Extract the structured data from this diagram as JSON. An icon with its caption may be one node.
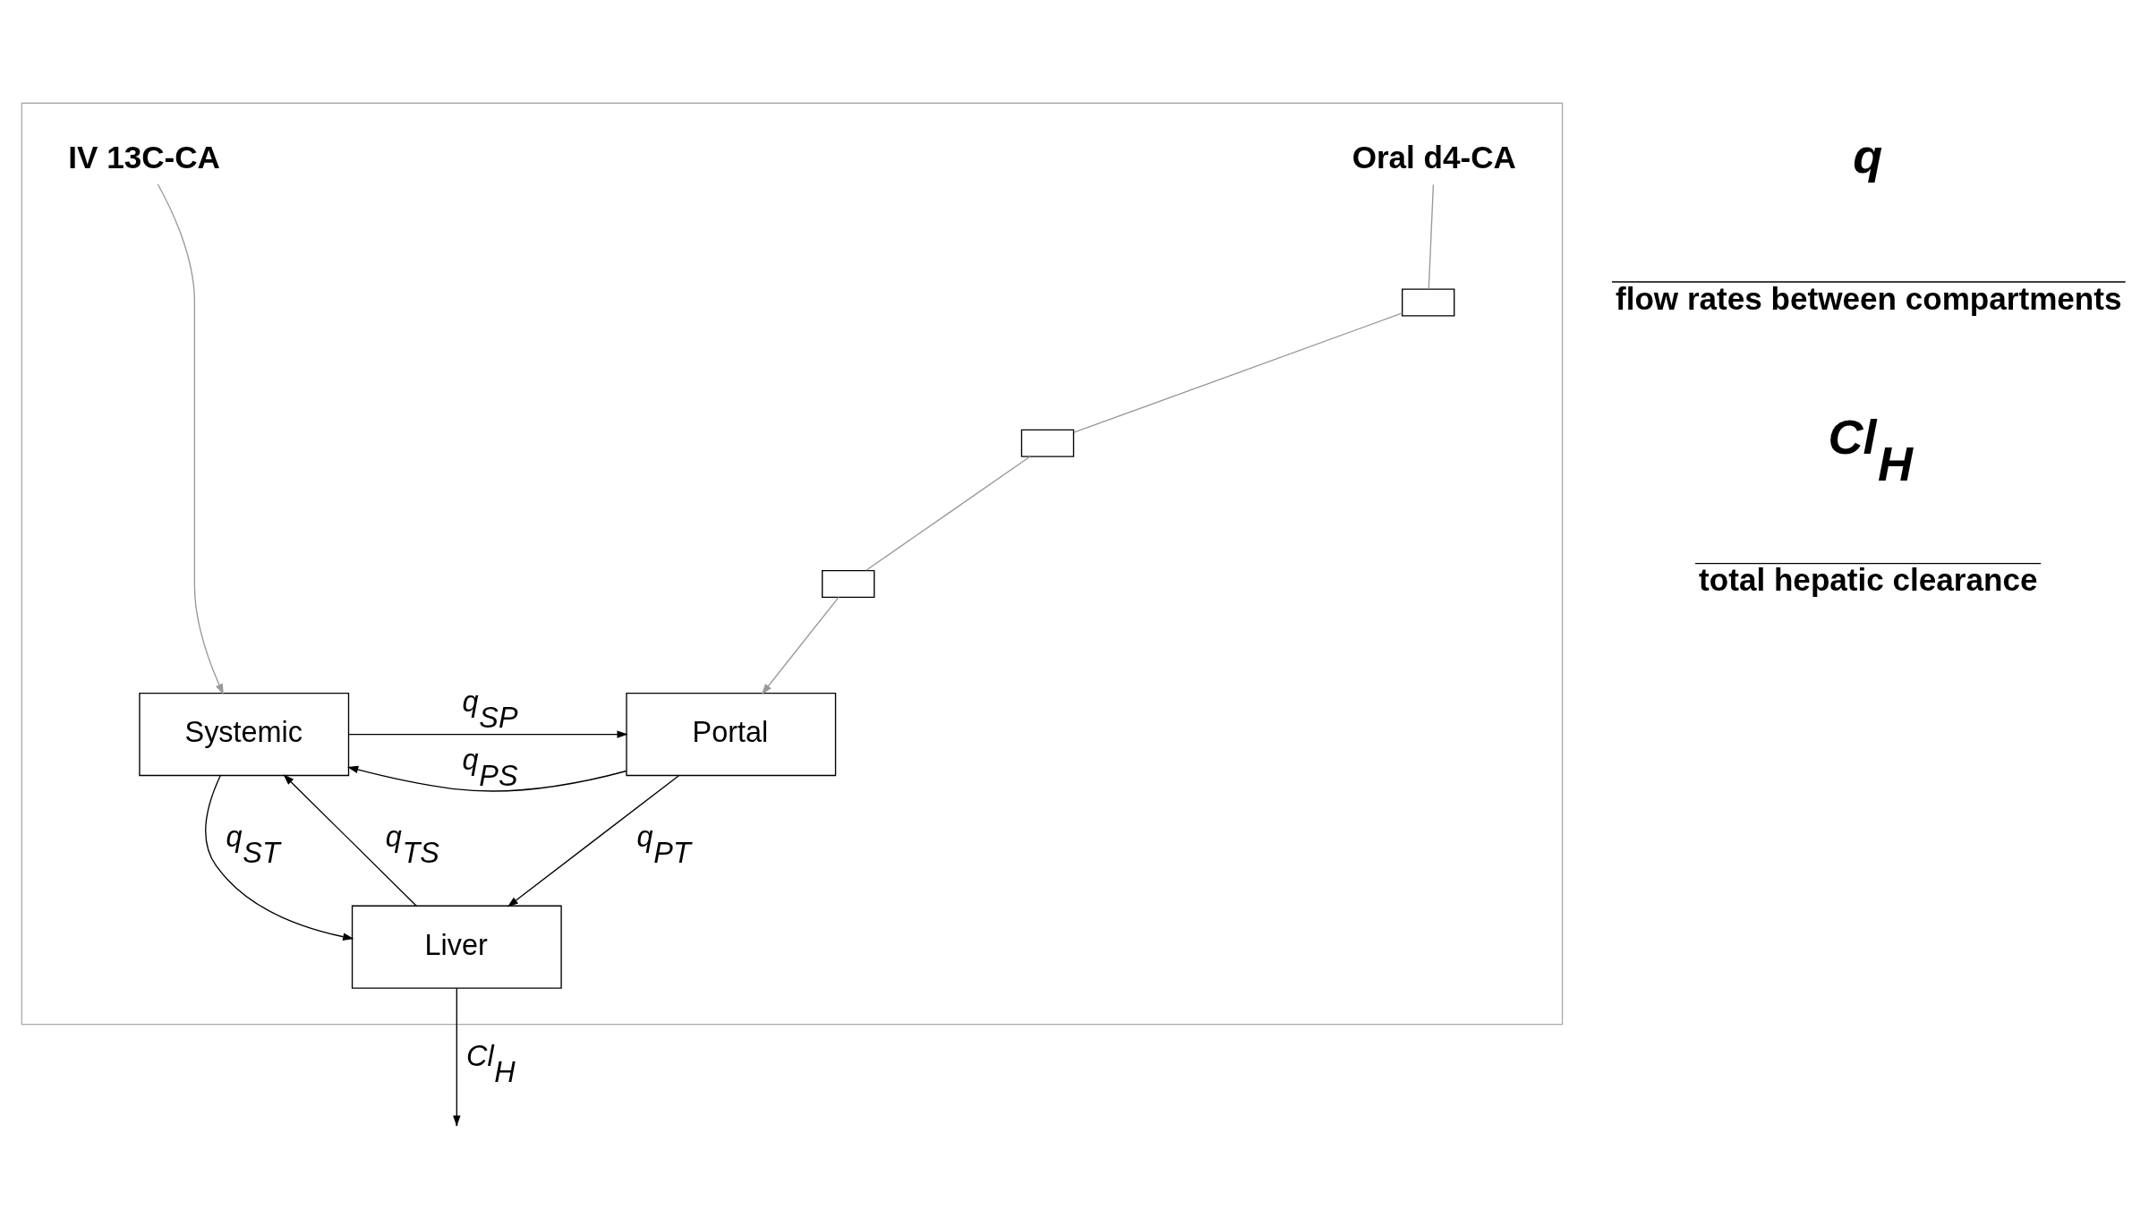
{
  "diagram": {
    "nodes": [
      {
        "text": [],
        "shape": "box"
      },
      {
        "text": [
          "IV 13C-CA"
        ],
        "in": 0
      },
      {
        "text": [
          "Oral d4-CA"
        ],
        "in": 0
      },
      {
        "text": [],
        "shape": "box",
        "in": 0
      },
      {
        "text": [],
        "shape": "box",
        "in": 0
      },
      {
        "text": [],
        "shape": "box",
        "in": 0
      },
      {
        "text": [
          "Systemic"
        ],
        "in": 0
      },
      {
        "text": [
          "Portal"
        ],
        "in": 0
      },
      {
        "text": [
          "Liver"
        ],
        "in": 0
      }
    ],
    "edges": [
      {
        "from": 1,
        "to": 6,
        "arrow": "to",
        "color": "#999999"
      },
      {
        "from": 2,
        "to": 3,
        "arrow": "none",
        "color": "#999999"
      },
      {
        "from": 3,
        "to": 4,
        "arrow": "none",
        "color": "#999999"
      },
      {
        "from": 4,
        "to": 5,
        "arrow": "none",
        "color": "#999999"
      },
      {
        "from": 5,
        "to": 7,
        "arrow": "to",
        "color": "#999999"
      },
      {
        "from": 6,
        "to": 7,
        "arrow": "to",
        "label": "q$_{SP}$"
      },
      {
        "from": 7,
        "to": 6,
        "arrow": "to",
        "label": "q$_{PS}$"
      },
      {
        "from": 6,
        "to": 8,
        "arrow": "to",
        "label": "q$_{ST}$"
      },
      {
        "from": 8,
        "to": 6,
        "arrow": "to",
        "label": "q$_{TS}$"
      },
      {
        "from": 7,
        "to": 8,
        "arrow": "to",
        "label": "q$_{PT}$"
      },
      {
        "from": 8,
        "to": null,
        "arrow": "to",
        "label": "Cl$_{H}$"
      }
    ],
    "labels": [
      "q",
      "flow rates between compartments",
      "Cl$_{H}$",
      "total hepatic clearance"
    ]
  }
}
